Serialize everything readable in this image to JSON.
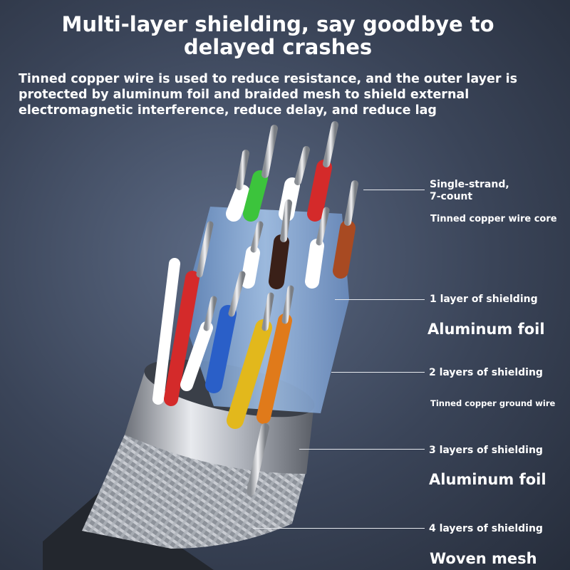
{
  "header": {
    "title": "Multi-layer shielding, say goodbye to delayed crashes",
    "description": "Tinned copper wire is used to reduce resistance, and the outer layer is protected by aluminum foil and braided mesh to shield external electromagnetic interference, reduce delay, and reduce lag"
  },
  "callouts": {
    "core": {
      "line1": "Single-strand,\n7-count",
      "line2": "Tinned copper wire core"
    },
    "layer1": {
      "line1": "1 layer of shielding",
      "line2": "Aluminum foil"
    },
    "layer2": {
      "line1": "2 layers of shielding",
      "line2": "Tinned copper ground wire"
    },
    "layer3": {
      "line1": "3 layers of shielding",
      "line2": "Aluminum foil"
    },
    "layer4": {
      "line1": "4 layers of shielding",
      "line2": "Woven mesh"
    }
  },
  "colors": {
    "background": "#3a4458",
    "text": "#ffffff",
    "wire_red": "#d42a2a",
    "wire_green": "#3cc43c",
    "wire_blue": "#2a5fc8",
    "wire_yellow": "#e2b81c",
    "wire_orange": "#e07a1a",
    "wire_brown": "#a84a22",
    "wire_darkbrown": "#3a2018",
    "foil_blue": "#8fb4e0"
  }
}
